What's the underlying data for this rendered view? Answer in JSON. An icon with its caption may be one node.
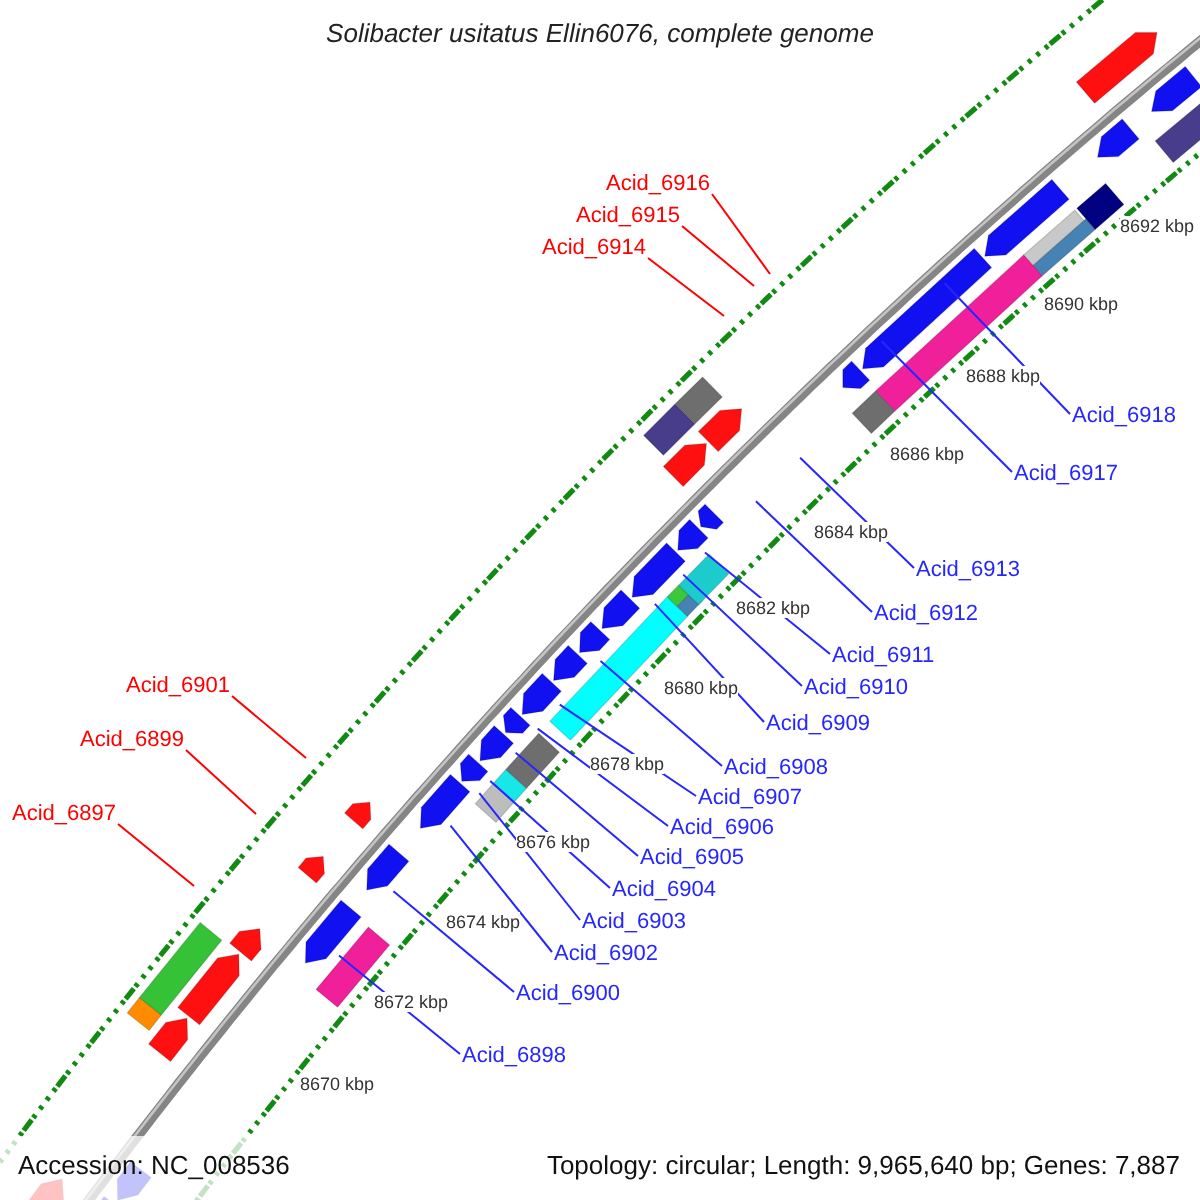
{
  "diagram": {
    "title": "Solibacter usitatus Ellin6076, complete genome",
    "nodes": [
      {
        "text": [
          "Acid_6916"
        ]
      },
      {
        "text": [
          "Acid_6915"
        ]
      },
      {
        "text": [
          "Acid_6914"
        ]
      },
      {
        "text": [
          "Acid_6918"
        ]
      },
      {
        "text": [
          "Acid_6917"
        ]
      },
      {
        "text": [
          "Acid_6913"
        ]
      },
      {
        "text": [
          "Acid_6912"
        ]
      },
      {
        "text": [
          "Acid_6911"
        ]
      },
      {
        "text": [
          "Acid_6910"
        ]
      },
      {
        "text": [
          "Acid_6901"
        ]
      },
      {
        "text": [
          "Acid_6909"
        ]
      },
      {
        "text": [
          "Acid_6899"
        ]
      },
      {
        "text": [
          "Acid_6908"
        ]
      },
      {
        "text": [
          "Acid_6907"
        ]
      },
      {
        "text": [
          "Acid_6897"
        ]
      },
      {
        "text": [
          "Acid_6906"
        ]
      },
      {
        "text": [
          "Acid_6905"
        ]
      },
      {
        "text": [
          "Acid_6904"
        ]
      },
      {
        "text": [
          "Acid_6903"
        ]
      },
      {
        "text": [
          "Acid_6902"
        ]
      },
      {
        "text": [
          "Acid_6900"
        ]
      },
      {
        "text": [
          "Acid_6898"
        ]
      }
    ],
    "edges": [
      {
        "from": 0,
        "to": null,
        "arrow": "none",
        "color": "#ff0000"
      },
      {
        "from": 1,
        "to": null,
        "arrow": "none",
        "color": "#ff0000"
      },
      {
        "from": 2,
        "to": null,
        "arrow": "none",
        "color": "#ff0000"
      },
      {
        "from": 3,
        "to": null,
        "arrow": "none"
      },
      {
        "from": 4,
        "to": null,
        "arrow": "none"
      },
      {
        "from": 5,
        "to": null,
        "arrow": "none"
      },
      {
        "from": 6,
        "to": null,
        "arrow": "none"
      },
      {
        "from": 7,
        "to": null,
        "arrow": "none"
      },
      {
        "from": 8,
        "to": null,
        "arrow": "none"
      },
      {
        "from": 9,
        "to": null,
        "arrow": "none",
        "color": "#ff0000"
      },
      {
        "from": 10,
        "to": null,
        "arrow": "none"
      },
      {
        "from": 11,
        "to": null,
        "arrow": "none",
        "color": "#ff0000"
      },
      {
        "from": 12,
        "to": null,
        "arrow": "none"
      },
      {
        "from": 13,
        "to": null,
        "arrow": "none"
      },
      {
        "from": 14,
        "to": null,
        "arrow": "none",
        "color": "#ff0000"
      },
      {
        "from": 15,
        "to": null,
        "arrow": "none"
      },
      {
        "from": 16,
        "to": null,
        "arrow": "none"
      },
      {
        "from": 17,
        "to": null,
        "arrow": "none"
      },
      {
        "from": 18,
        "to": null,
        "arrow": "none"
      },
      {
        "from": 19,
        "to": null,
        "arrow": "none"
      },
      {
        "from": 20,
        "to": null,
        "arrow": "none"
      },
      {
        "from": 21,
        "to": null,
        "arrow": "none"
      }
    ],
    "labels": [
      "8692 kbp",
      "8690 kbp",
      "8688 kbp",
      "8686 kbp",
      "8684 kbp",
      "8682 kbp",
      "8680 kbp",
      "8678 kbp",
      "8676 kbp",
      "8674 kbp",
      "8672 kbp",
      "8670 kbp",
      "Accession: NC_008536",
      "Topology: circular; Length: 9,965,640 bp; Genes: 7,887"
    ]
  }
}
